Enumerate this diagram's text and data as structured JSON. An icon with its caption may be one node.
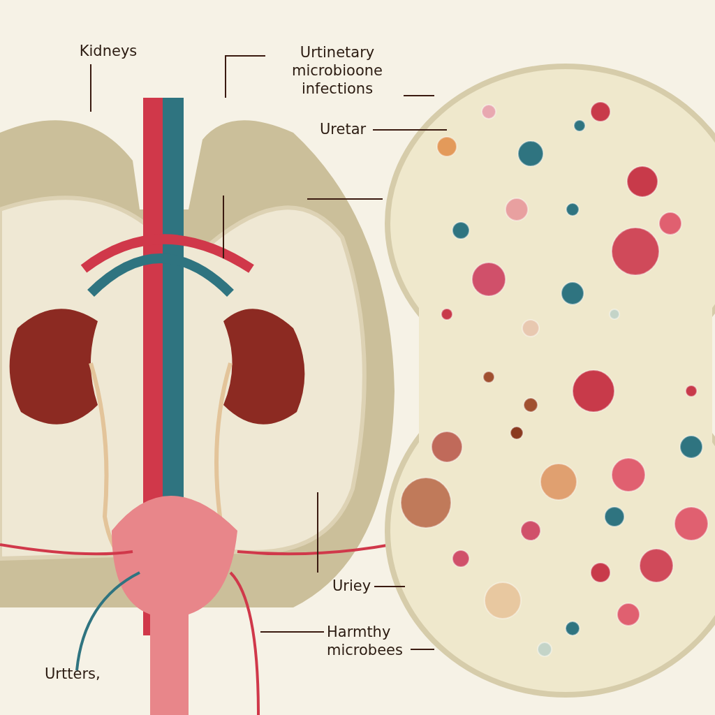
{
  "diagram": {
    "nodes": [
      {
        "text": [
          "Kidneys"
        ]
      },
      {
        "text": [
          "Urtinetary microbioone infections"
        ]
      },
      {
        "text": [
          "Uretar"
        ]
      },
      {
        "text": [
          "Uriey"
        ]
      },
      {
        "text": [
          "Harmthy microbees"
        ]
      },
      {
        "text": [
          "Urtters,"
        ]
      }
    ],
    "edges": [
      {
        "from": 0,
        "to": null,
        "arrow": "none"
      },
      {
        "from": 1,
        "to": null,
        "arrow": "none"
      },
      {
        "from": 2,
        "to": null,
        "arrow": "none"
      },
      {
        "from": 3,
        "to": null,
        "arrow": "none"
      },
      {
        "from": 4,
        "to": null,
        "arrow": "none"
      },
      {
        "from": 4,
        "to": null,
        "arrow": "none"
      }
    ]
  }
}
